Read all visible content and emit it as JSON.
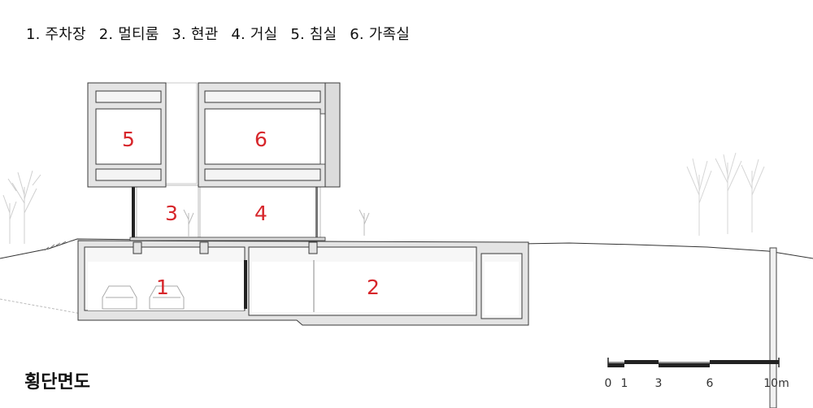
{
  "legend": [
    {
      "num": "1.",
      "label": "주차장"
    },
    {
      "num": "2.",
      "label": "멀티룸"
    },
    {
      "num": "3.",
      "label": "현관"
    },
    {
      "num": "4.",
      "label": "거실"
    },
    {
      "num": "5.",
      "label": "침실"
    },
    {
      "num": "6.",
      "label": "가족실"
    }
  ],
  "rooms": {
    "r1": "1",
    "r2": "2",
    "r3": "3",
    "r4": "4",
    "r5": "5",
    "r6": "6"
  },
  "drawing_title": "횡단면도",
  "scale_bar": {
    "labels": {
      "t0": "0",
      "t1": "1",
      "t3": "3",
      "t6": "6",
      "t10": "10m"
    }
  },
  "colors": {
    "room_label": "#d7262b",
    "wall_fill": "#e4e4e4",
    "wall_stroke": "#3a3a3a"
  }
}
